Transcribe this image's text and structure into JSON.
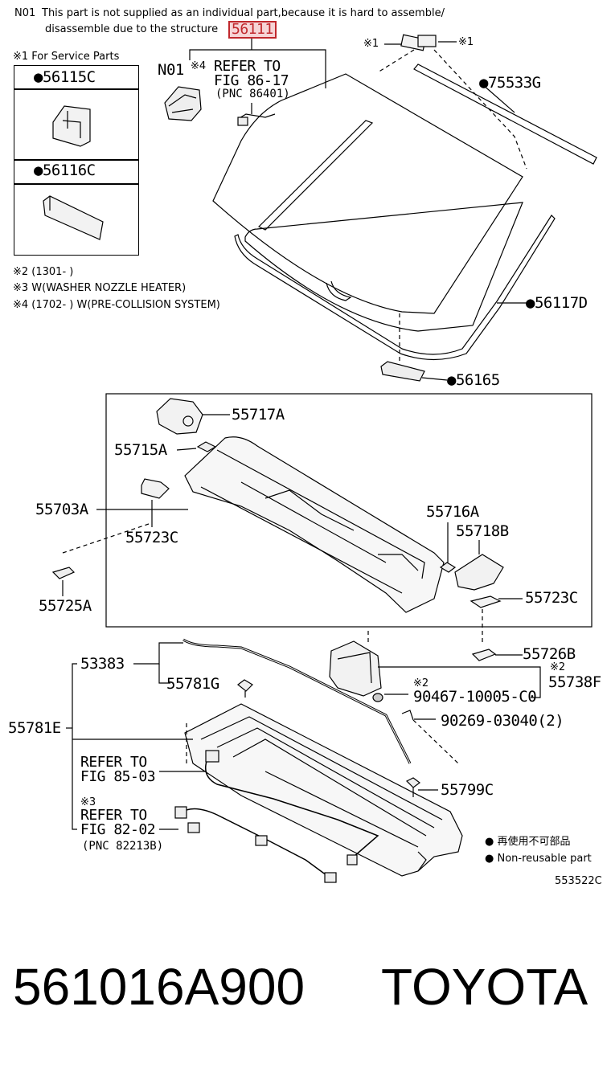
{
  "header": {
    "note_code": "N01",
    "note_line1": "This part is not supplied as an individual part,because it is hard to assemble/",
    "note_line2": "disassemble due to the structure",
    "highlight_part": "56111"
  },
  "service_box": {
    "title": "※1 For Service Parts",
    "items": [
      "●56115C",
      "●56116C"
    ]
  },
  "footnotes": [
    "※2 (1301-         )",
    "※3 W(WASHER NOZZLE HEATER)",
    "※4 (1702-         ) W(PRE-COLLISION SYSTEM)"
  ],
  "callouts": {
    "n01": "N01",
    "ref1_mark": "※4",
    "ref1_line1": "REFER TO",
    "ref1_line2": "FIG 86-17",
    "ref1_line3": "(PNC 86401)",
    "mark_left": "※1",
    "mark_right": "※1",
    "p75533g": "●75533G",
    "p56117d": "●56117D",
    "p56165": "●56165",
    "p55717a": "55717A",
    "p55715a": "55715A",
    "p55703a": "55703A",
    "p55723c_1": "55723C",
    "p55725a": "55725A",
    "p55716a": "55716A",
    "p55718b": "55718B",
    "p55723c_2": "55723C",
    "p55726b": "55726B",
    "mark2_a": "※2",
    "p55738f": "55738F",
    "p53383": "53383",
    "p55781g": "55781G",
    "mark2_b": "※2",
    "p90467": "90467-10005-C0",
    "p90269": "90269-03040(2)",
    "p55781e": "55781E",
    "ref2_line1": "REFER TO",
    "ref2_line2": "FIG 85-03",
    "p55799c": "55799C",
    "ref3_mark": "※3",
    "ref3_line1": "REFER TO",
    "ref3_line2": "FIG 82-02",
    "ref3_line3": "(PNC 82213B)"
  },
  "legend": {
    "jp": "● 再使用不可部品",
    "en": "● Non-reusable part"
  },
  "diagram_code": "553522C",
  "footer": {
    "part_number": "561016A900",
    "brand": "TOYOTA"
  }
}
